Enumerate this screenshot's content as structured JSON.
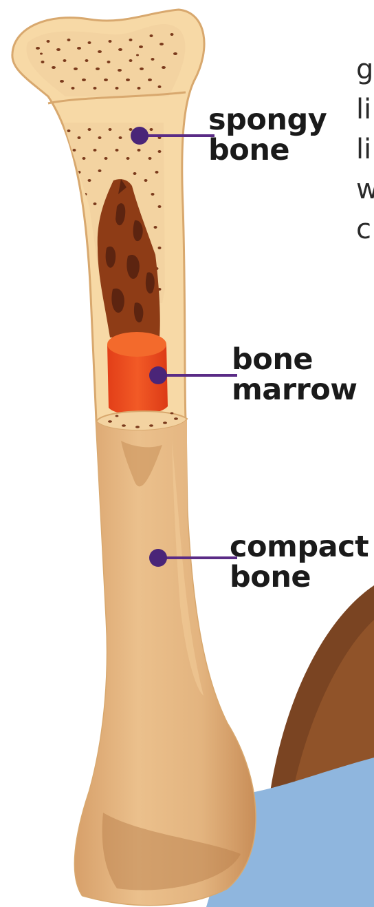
{
  "labels": {
    "spongy": {
      "line1": "spongy",
      "line2": "bone"
    },
    "marrow": {
      "line1": "bone",
      "line2": "marrow"
    },
    "compact": {
      "line1": "compact",
      "line2": "bone"
    }
  },
  "cropped_text_lines": [
    "g",
    "li",
    "li",
    "w",
    "c"
  ],
  "colors": {
    "bone_light": "#f7d9a6",
    "bone_shaft": "#e2b27e",
    "bone_shadow": "#c9925c",
    "spongy_fill": "#f3d3a1",
    "spongy_dots": "#7a3a1c",
    "cavity": "#8e3c16",
    "marrow": "#ec4a1e",
    "marrow_top": "#f36a2c",
    "pointer_line": "#5a2b86",
    "pointer_dot": "#4a2578",
    "hair": "#7a4422",
    "shirt": "#8fb6de"
  }
}
